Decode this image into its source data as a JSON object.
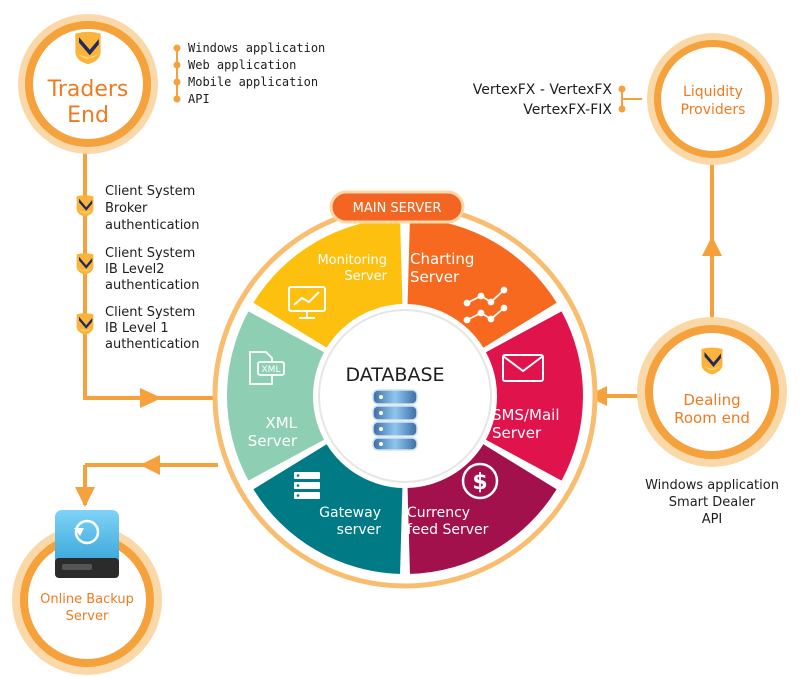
{
  "colors": {
    "orange": "#f5a13c",
    "orange_light": "#f8bd6e",
    "text_orange": "#f07a1f",
    "monitoring": "#fdc00f",
    "charting": "#f7691e",
    "sms_mail": "#e0134d",
    "currency": "#a3114c",
    "gateway": "#007a85",
    "xml": "#8ecfb4",
    "main_server_label": "#f26522"
  },
  "traders_end": {
    "title_line1": "Traders",
    "title_line2": "End",
    "apps": [
      "Windows application",
      "Web application",
      "Mobile application",
      "API"
    ]
  },
  "auth_steps": [
    {
      "lines": [
        "Client System",
        "Broker",
        "authentication"
      ]
    },
    {
      "lines": [
        "Client System",
        "IB Level2",
        "authentication"
      ]
    },
    {
      "lines": [
        "Client System",
        "IB Level 1",
        "authentication"
      ]
    }
  ],
  "main_server": {
    "label": "MAIN SERVER",
    "center_label": "DATABASE",
    "segments": {
      "monitoring": [
        "Monitoring",
        "Server"
      ],
      "charting": [
        "Charting",
        "Server"
      ],
      "sms_mail": [
        "SMS/Mail",
        "Server"
      ],
      "currency": [
        "Currency",
        "feed Server"
      ],
      "gateway": [
        "Gateway",
        "server"
      ],
      "xml": [
        "XML",
        "Server"
      ]
    },
    "xml_icon_text": "XML"
  },
  "liquidity_providers": {
    "title_line1": "Liquidity",
    "title_line2": "Providers",
    "feeds": [
      "VertexFX - VertexFX",
      "VertexFX-FIX"
    ]
  },
  "dealing_room": {
    "title_line1": "Dealing",
    "title_line2": "Room end",
    "apps": [
      "Windows application",
      "Smart Dealer",
      "API"
    ]
  },
  "online_backup": {
    "title_line1": "Online Backup",
    "title_line2": "Server"
  },
  "icons": {
    "traders": "check-badge-icon",
    "monitoring": "monitor-chart-icon",
    "charting": "line-chart-icon",
    "sms_mail": "envelope-icon",
    "currency": "dollar-coin-icon",
    "gateway": "server-rack-icon",
    "xml": "xml-file-icon",
    "database": "database-icon",
    "backup": "backup-drive-icon"
  }
}
